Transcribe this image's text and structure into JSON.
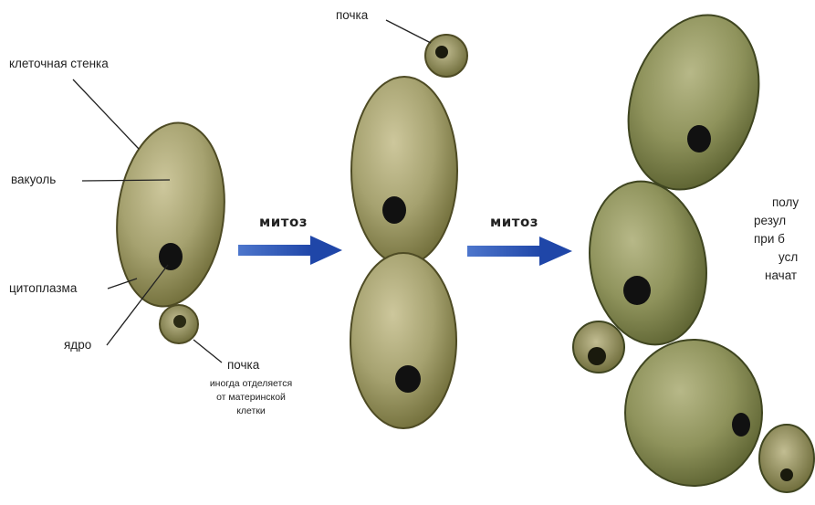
{
  "labels": {
    "cell_wall": "клеточная стенка",
    "vacuole": "вакуоль",
    "cytoplasm": "цитоплазма",
    "nucleus": "ядро",
    "bud_left": "почка",
    "bud_note_1": "иногда отделяется",
    "bud_note_2": "от материнской",
    "bud_note_3": "клетки",
    "bud_top": "почка",
    "mitosis_1": "митоз",
    "mitosis_2": "митоз"
  },
  "side_note_fragments": [
    "полу",
    "резул",
    "при б",
    "усл",
    "начат"
  ],
  "colors": {
    "cell_light": "#bdb78e",
    "cell_dark": "#6b6a34",
    "nucleus": "#111111",
    "arrow": "#2f59b8",
    "leader": "#222222"
  }
}
